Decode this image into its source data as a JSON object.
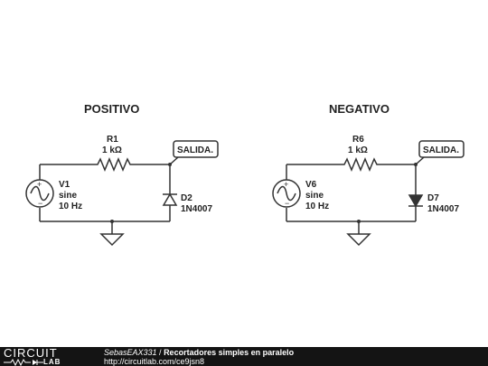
{
  "circuits": [
    {
      "title": "POSITIVO",
      "resistor": {
        "name": "R1",
        "value": "1 kΩ"
      },
      "source": {
        "name": "V1",
        "type": "sine",
        "freq": "10 Hz"
      },
      "diode": {
        "name": "D2",
        "model": "1N4007",
        "orientation": "up"
      },
      "output_label": "SALIDA."
    },
    {
      "title": "NEGATIVO",
      "resistor": {
        "name": "R6",
        "value": "1 kΩ"
      },
      "source": {
        "name": "V6",
        "type": "sine",
        "freq": "10 Hz"
      },
      "diode": {
        "name": "D7",
        "model": "1N4007",
        "orientation": "down"
      },
      "output_label": "SALIDA."
    }
  ],
  "footer": {
    "logo_top": "CIRCUIT",
    "logo_bottom": "LAB",
    "user": "SebasEAX331",
    "separator": " / ",
    "project": "Recortadores simples en paralelo",
    "url": "http://circuitlab.com/ce9jsn8"
  },
  "colors": {
    "wire": "#333333",
    "footer_bg": "#141414"
  }
}
